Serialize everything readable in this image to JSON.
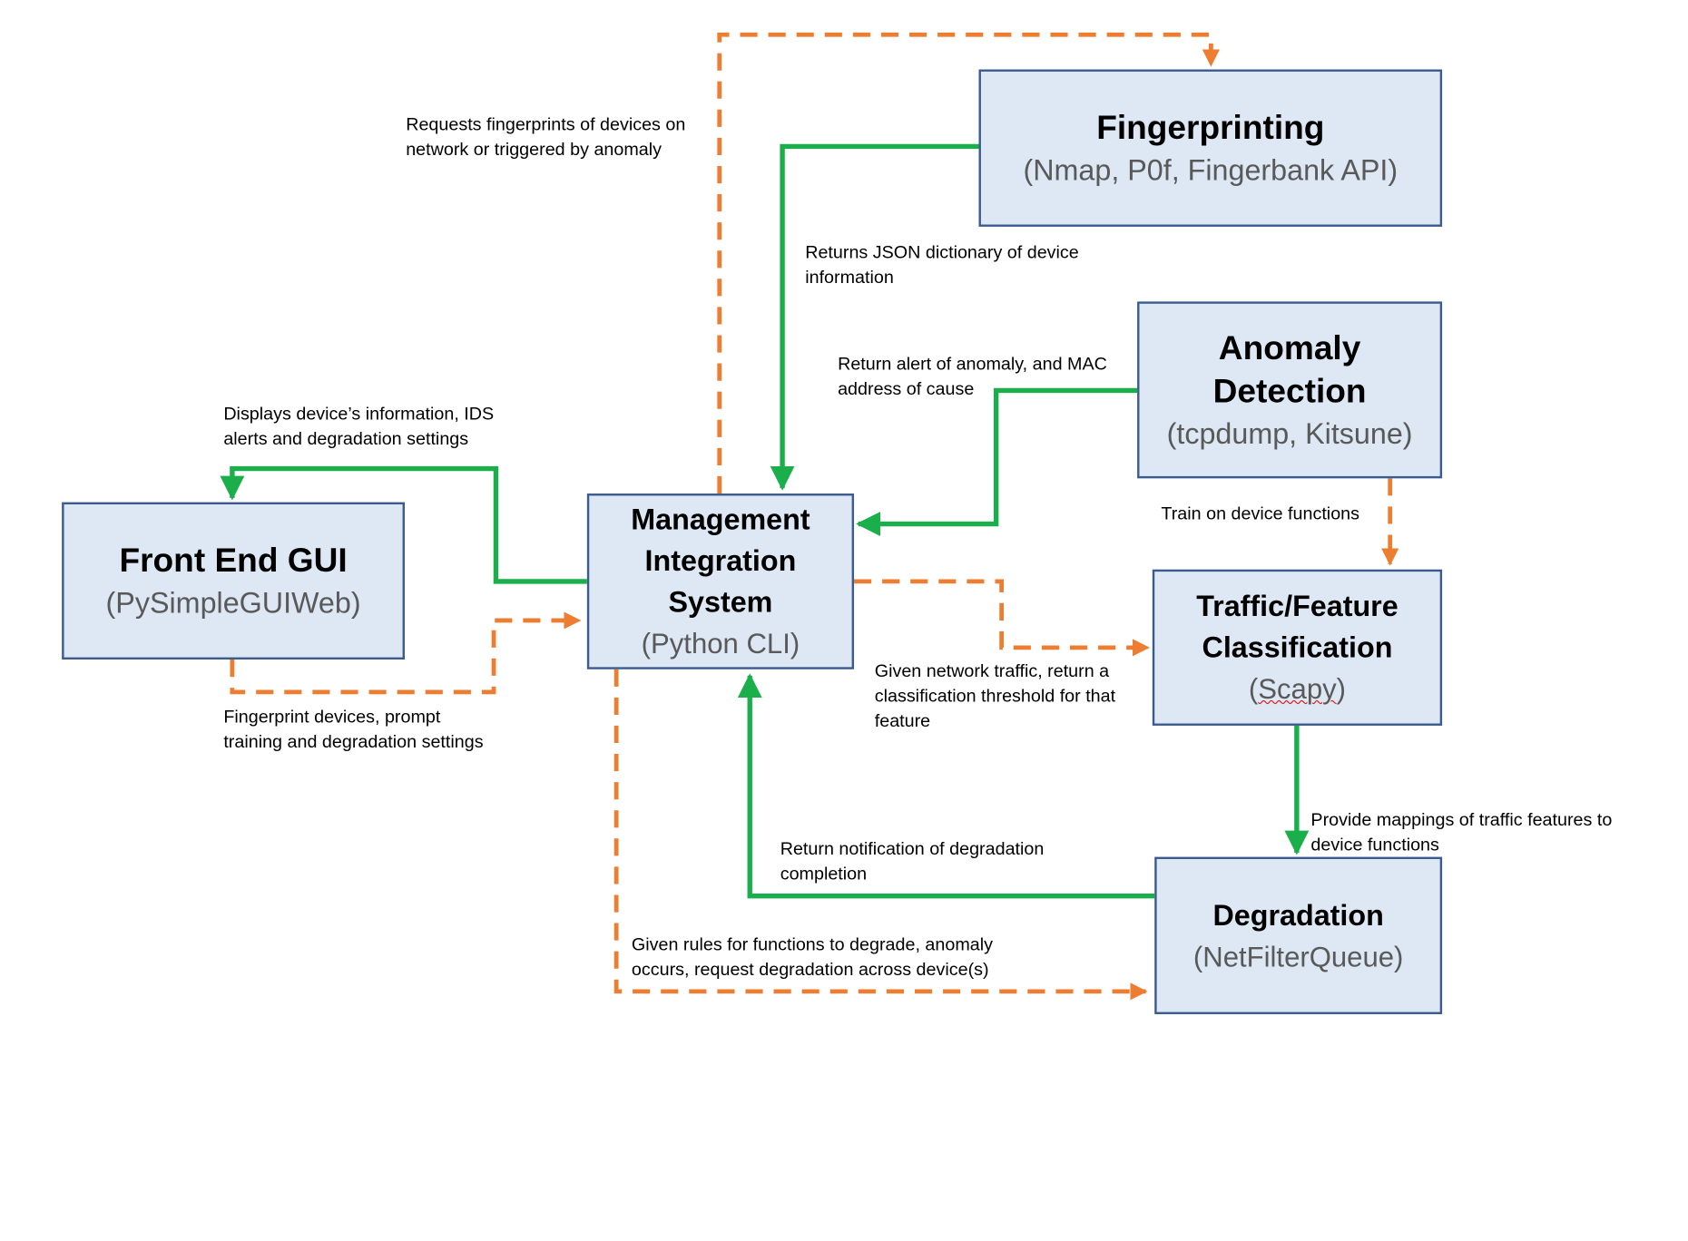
{
  "colors": {
    "box_fill": "#dde8f4",
    "box_border": "#3b5b8f",
    "data_flow_arrow": "#1aaf4b",
    "request_arrow": "#ed7d31",
    "subtitle_text": "#595959"
  },
  "nodes": {
    "fingerprinting": {
      "title": "Fingerprinting",
      "subtitle": "(Nmap, P0f, Fingerbank API)"
    },
    "anomaly_detection": {
      "title_line1": "Anomaly",
      "title_line2": "Detection",
      "subtitle": "(tcpdump, Kitsune)"
    },
    "front_end_gui": {
      "title": "Front End GUI",
      "subtitle": "(PySimpleGUIWeb)"
    },
    "management_integration": {
      "title_line1": "Management",
      "title_line2": "Integration",
      "title_line3": "System",
      "subtitle": "(Python CLI)"
    },
    "traffic_classification": {
      "title_line1": "Traffic/Feature",
      "title_line2": "Classification",
      "subtitle_open": "(",
      "subtitle_word": "Scapy",
      "subtitle_close": ")"
    },
    "degradation": {
      "title": "Degradation",
      "subtitle": "(NetFilterQueue)"
    }
  },
  "edges": {
    "request_fingerprints": {
      "line1": "Requests fingerprints of devices on",
      "line2": "network or triggered by anomaly"
    },
    "returns_json": {
      "line1": "Returns JSON dictionary of device",
      "line2": "information"
    },
    "return_alert": {
      "line1": "Return alert of anomaly, and MAC",
      "line2": "address of cause"
    },
    "displays_info": {
      "line1": "Displays device’s information, IDS",
      "line2": "alerts and degradation settings"
    },
    "train": {
      "line1": "Train on device functions"
    },
    "given_traffic": {
      "line1": "Given network traffic, return a",
      "line2": "classification threshold for that",
      "line3": "feature"
    },
    "fingerprint_devices": {
      "line1": "Fingerprint devices, prompt",
      "line2": "training and degradation settings"
    },
    "provide_mappings": {
      "line1": "Provide mappings of traffic features to",
      "line2": "device functions"
    },
    "return_notification": {
      "line1": "Return notification of degradation",
      "line2": "completion"
    },
    "given_rules": {
      "line1": "Given rules for functions to degrade, anomaly",
      "line2": "occurs, request degradation across device(s)"
    }
  }
}
